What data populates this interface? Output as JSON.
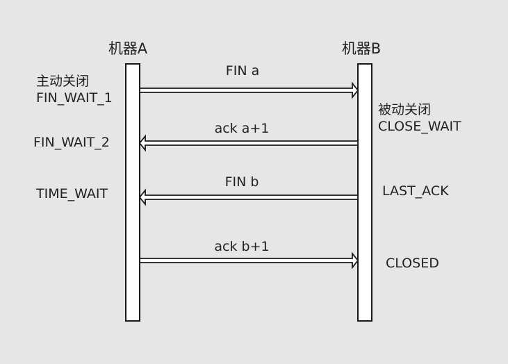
{
  "machines": {
    "a": {
      "title": "机器A"
    },
    "b": {
      "title": "机器B"
    }
  },
  "messages": [
    {
      "label": "FIN a",
      "direction": "a-to-b"
    },
    {
      "label": "ack a+1",
      "direction": "b-to-a"
    },
    {
      "label": "FIN b",
      "direction": "b-to-a"
    },
    {
      "label": "ack b+1",
      "direction": "a-to-b"
    }
  ],
  "states_a": [
    {
      "text": "主动关闭"
    },
    {
      "text": "FIN_WAIT_1"
    },
    {
      "text": "FIN_WAIT_2"
    },
    {
      "text": "TIME_WAIT"
    }
  ],
  "states_b": [
    {
      "text": "被动关闭"
    },
    {
      "text": "CLOSE_WAIT"
    },
    {
      "text": "LAST_ACK"
    },
    {
      "text": "CLOSED"
    }
  ],
  "colors": {
    "background": "#e6e6e6",
    "line": "#1a1a1a",
    "fill": "#ffffff",
    "text": "#222222"
  }
}
